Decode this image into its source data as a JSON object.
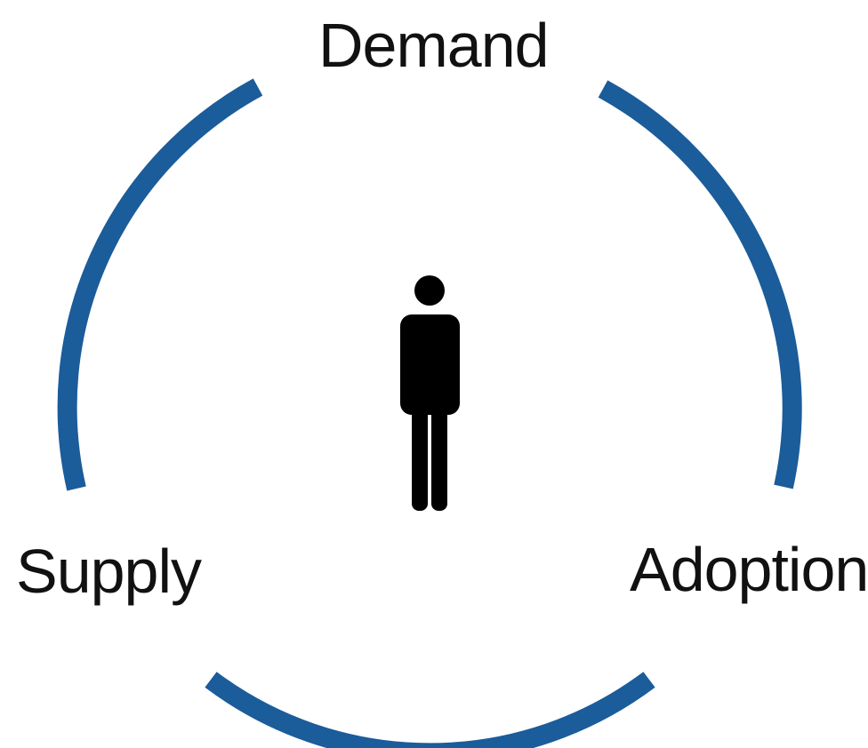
{
  "diagram": {
    "type": "cycle",
    "center_icon": "person-icon",
    "nodes": [
      {
        "id": "demand",
        "label": "Demand"
      },
      {
        "id": "adoption",
        "label": "Adoption"
      },
      {
        "id": "supply",
        "label": "Supply"
      }
    ],
    "colors": {
      "ring": "#1b5c9a",
      "icon": "#000000",
      "text": "#111111",
      "background": "#ffffff"
    }
  }
}
